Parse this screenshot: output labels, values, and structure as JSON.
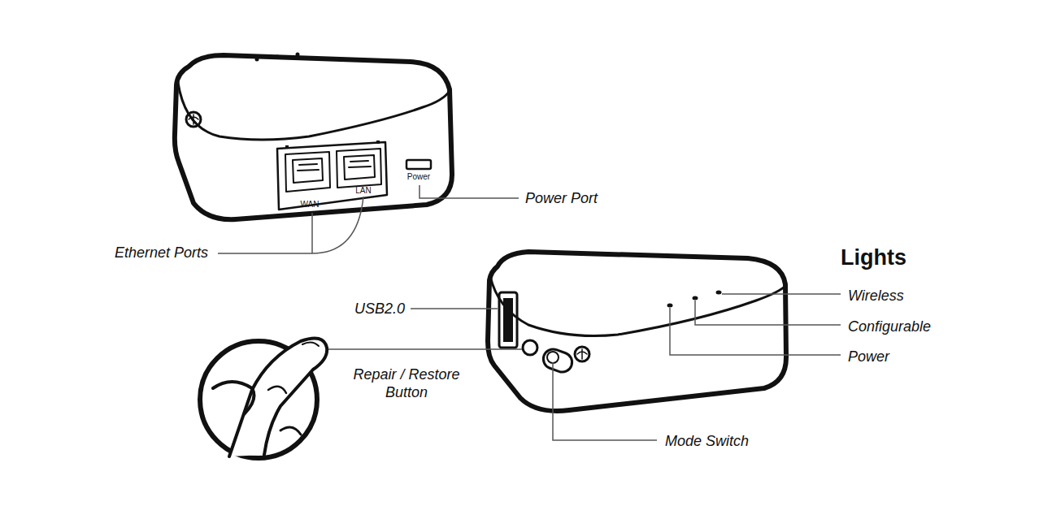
{
  "diagram": {
    "labels": [
      "Power Port",
      "Ethernet Ports",
      "WAN",
      "LAN",
      "Power",
      "USB2.0",
      "Repair / Restore Button",
      "Mode Switch",
      "Lights",
      "Wireless",
      "Configurable",
      "Power"
    ]
  }
}
